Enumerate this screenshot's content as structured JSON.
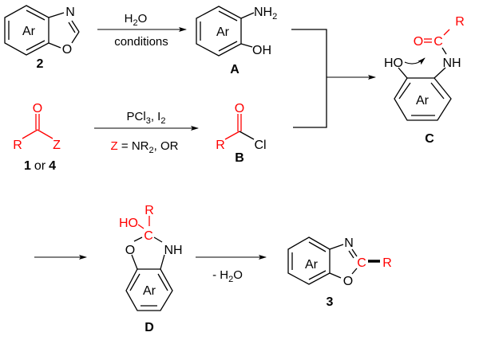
{
  "scheme": {
    "colors": {
      "highlight": "#ff0000",
      "default": "#000000"
    },
    "compounds": {
      "c2": {
        "id": "2",
        "ring_label": "Ar",
        "atoms": {
          "n": "N",
          "o": "O"
        }
      },
      "cA": {
        "id": "A",
        "ring_label": "Ar",
        "atoms": {
          "amine": "NH",
          "amine_sub": "2",
          "hydroxyl": "OH"
        }
      },
      "c1": {
        "id_a": "1",
        "or": "or",
        "id_b": "4",
        "atoms": {
          "o": "O",
          "r": "R",
          "z": "Z"
        }
      },
      "cB": {
        "id": "B",
        "atoms": {
          "o": "O",
          "r": "R",
          "cl": "Cl"
        }
      },
      "cC": {
        "id": "C",
        "ring_label": "Ar",
        "atoms": {
          "r": "R",
          "o": "O",
          "c": "C",
          "ho": "HO",
          "nh": "NH"
        }
      },
      "cD": {
        "id": "D",
        "ring_label": "Ar",
        "atoms": {
          "r": "R",
          "ho": "HO",
          "c": "C",
          "o": "O",
          "nh": "NH"
        }
      },
      "c3": {
        "id": "3",
        "ring_label": "Ar",
        "atoms": {
          "n": "N",
          "c": "C",
          "r": "R",
          "o": "O"
        }
      }
    },
    "reactions": {
      "hydrolysis": {
        "above_pre": "H",
        "above_sub": "2",
        "above_post": "O",
        "below": "conditions"
      },
      "chlorination": {
        "above_a": "PCl",
        "above_a_sub": "3",
        "above_b": ", I",
        "above_b_sub": "2",
        "below_z": "Z",
        "below_eq": " = NR",
        "below_sub": "2",
        "below_post": ", OR"
      },
      "dehydration": {
        "below_pre": "- H",
        "below_sub": "2",
        "below_post": "O"
      }
    }
  }
}
